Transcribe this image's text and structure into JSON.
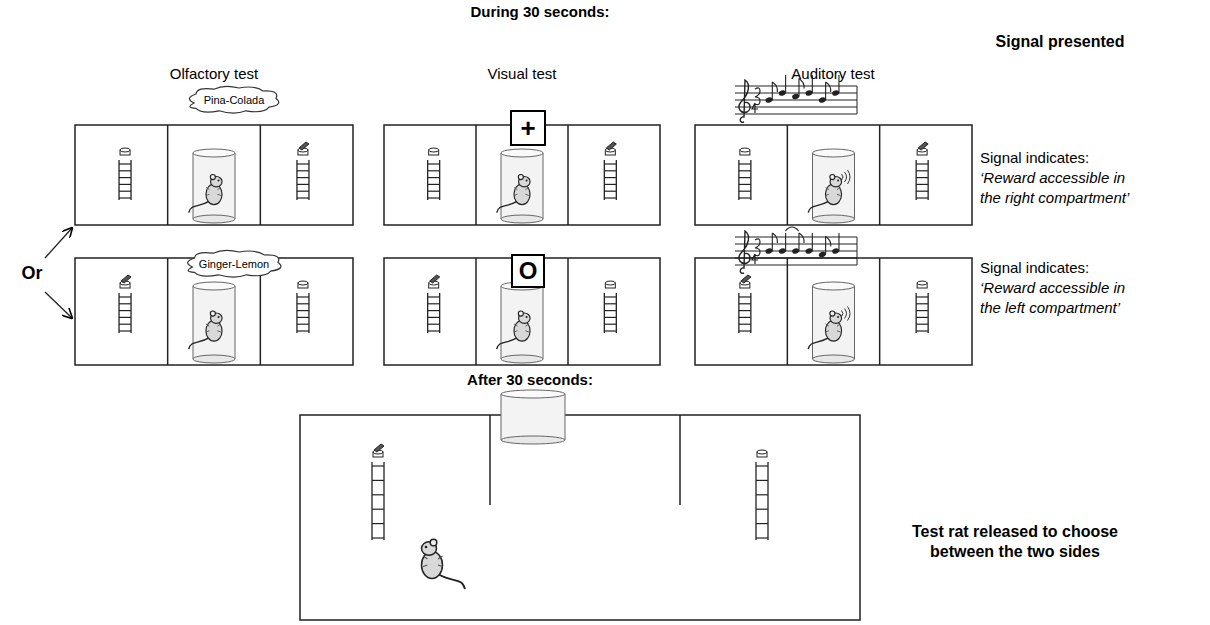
{
  "diagram": {
    "nodes": [
      {
        "text": [
          "Pina-Colada"
        ]
      },
      {
        "text": [
          "+"
        ]
      },
      {
        "text": [
          "Ginger-Lemon"
        ]
      },
      {
        "text": [
          "O"
        ]
      }
    ],
    "labels": [
      "During 30 seconds:",
      "Signal presented",
      "Olfactory test",
      "Visual test",
      "Auditory test",
      "Signal indicates:",
      "‘Reward accessible in the right compartment’",
      "Signal indicates:",
      "‘Reward accessible in the left compartment’",
      "Or",
      "After 30 seconds:",
      "Test rat released to choose between the two sides"
    ]
  }
}
